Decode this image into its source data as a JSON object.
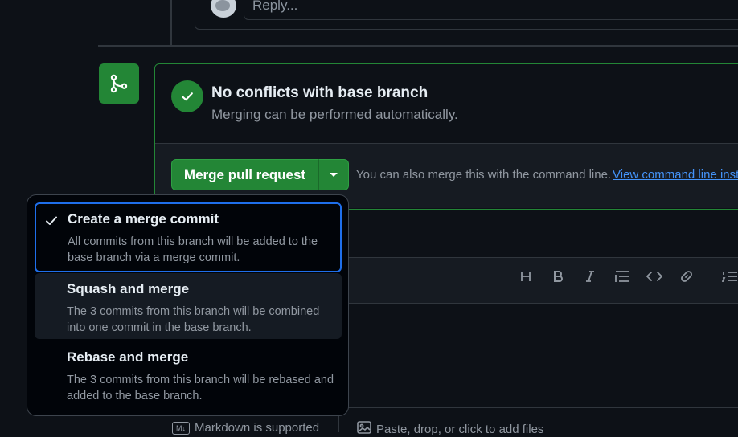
{
  "reply": {
    "placeholder": "Reply..."
  },
  "merge_status": {
    "title": "No conflicts with base branch",
    "subtitle": "Merging can be performed automatically."
  },
  "merge_actions": {
    "merge_button_label": "Merge pull request",
    "command_line_text": "You can also merge this with the command line.",
    "command_line_link": "View command line inst"
  },
  "merge_options": [
    {
      "title": "Create a merge commit",
      "description": "All commits from this branch will be added to the base branch via a merge commit.",
      "selected": true
    },
    {
      "title": "Squash and merge",
      "description": "The 3 commits from this branch will be combined into one commit in the base branch.",
      "selected": false
    },
    {
      "title": "Rebase and merge",
      "description": "The 3 commits from this branch will be rebased and added to the base branch.",
      "selected": false
    }
  ],
  "editor_toolbar": [
    "heading-icon",
    "bold-icon",
    "italic-icon",
    "quote-icon",
    "code-icon",
    "link-icon",
    "numbered-list-icon"
  ],
  "footer": {
    "markdown_label": "Markdown is supported",
    "paste_label": "Paste, drop, or click to add files"
  },
  "colors": {
    "background": "#0d1117",
    "success": "#238636",
    "accent_blue": "#1f6feb",
    "link": "#4493f8"
  }
}
